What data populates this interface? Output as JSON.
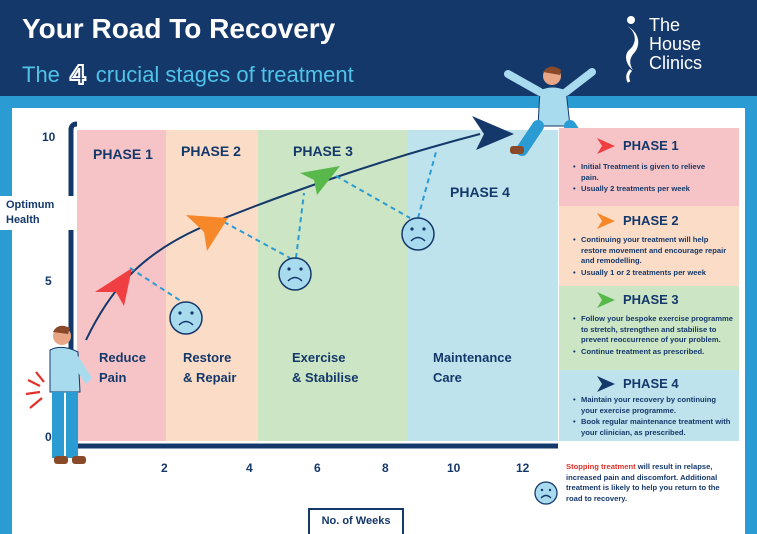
{
  "header": {
    "title": "Your Road To Recovery",
    "subtitle_pre": "The",
    "subtitle_num": "4",
    "subtitle_post": "crucial stages of treatment"
  },
  "logo": {
    "line1": "The",
    "line2": "House",
    "line3": "Clinics"
  },
  "axes": {
    "y_label_line1": "Optimum",
    "y_label_line2": "Health",
    "x_label": "No. of Weeks",
    "y_ticks": [
      "10",
      "5",
      "0"
    ],
    "x_ticks": [
      "2",
      "4",
      "6",
      "8",
      "10",
      "12"
    ]
  },
  "columns": [
    {
      "phase": "PHASE 1",
      "stage_line1": "Reduce",
      "stage_line2": "Pain",
      "color": "#f6c4c6"
    },
    {
      "phase": "PHASE 2",
      "stage_line1": "Restore",
      "stage_line2": "& Repair",
      "color": "#fbdcc7"
    },
    {
      "phase": "PHASE 3",
      "stage_line1": "Exercise",
      "stage_line2": "& Stabilise",
      "color": "#cbe5c5"
    },
    {
      "phase": "PHASE 4",
      "stage_line1": "Maintenance",
      "stage_line2": "Care",
      "color": "#bfe3ec"
    }
  ],
  "cards": [
    {
      "title": "PHASE 1",
      "arrow_color": "#ef3f43",
      "bg": "#f6c4c6",
      "bullets": [
        "Initial Treatment is given to relieve pain.",
        "Usually 2 treatments per week"
      ]
    },
    {
      "title": "PHASE 2",
      "arrow_color": "#f7882a",
      "bg": "#fbdcc7",
      "bullets": [
        "Continuing your treatment will help restore movement and encourage repair and remodelling.",
        "Usually 1 or 2 treatments per week"
      ]
    },
    {
      "title": "PHASE 3",
      "arrow_color": "#59b84b",
      "bg": "#cbe5c5",
      "bullets": [
        "Follow your bespoke exercise programme to stretch, strengthen and stabilise to prevent reoccurrence of your problem.",
        "Continue treatment as prescribed."
      ]
    },
    {
      "title": "PHASE 4",
      "arrow_color": "#15386a",
      "bg": "#bfe3ec",
      "bullets": [
        "Maintain your recovery by continuing your exercise programme.",
        "Book regular maintenance treatment with your clinician, as prescribed."
      ]
    }
  ],
  "note": {
    "red": "Stopping treatment",
    "text": " will result in relapse, increased pain and discomfort. Additional treatment is likely to help you return to the road to recovery."
  },
  "colors": {
    "navy": "#15386a",
    "blue": "#2b9bd3",
    "sad_face": "#a8dbee",
    "dash": "#2b9bd3"
  }
}
